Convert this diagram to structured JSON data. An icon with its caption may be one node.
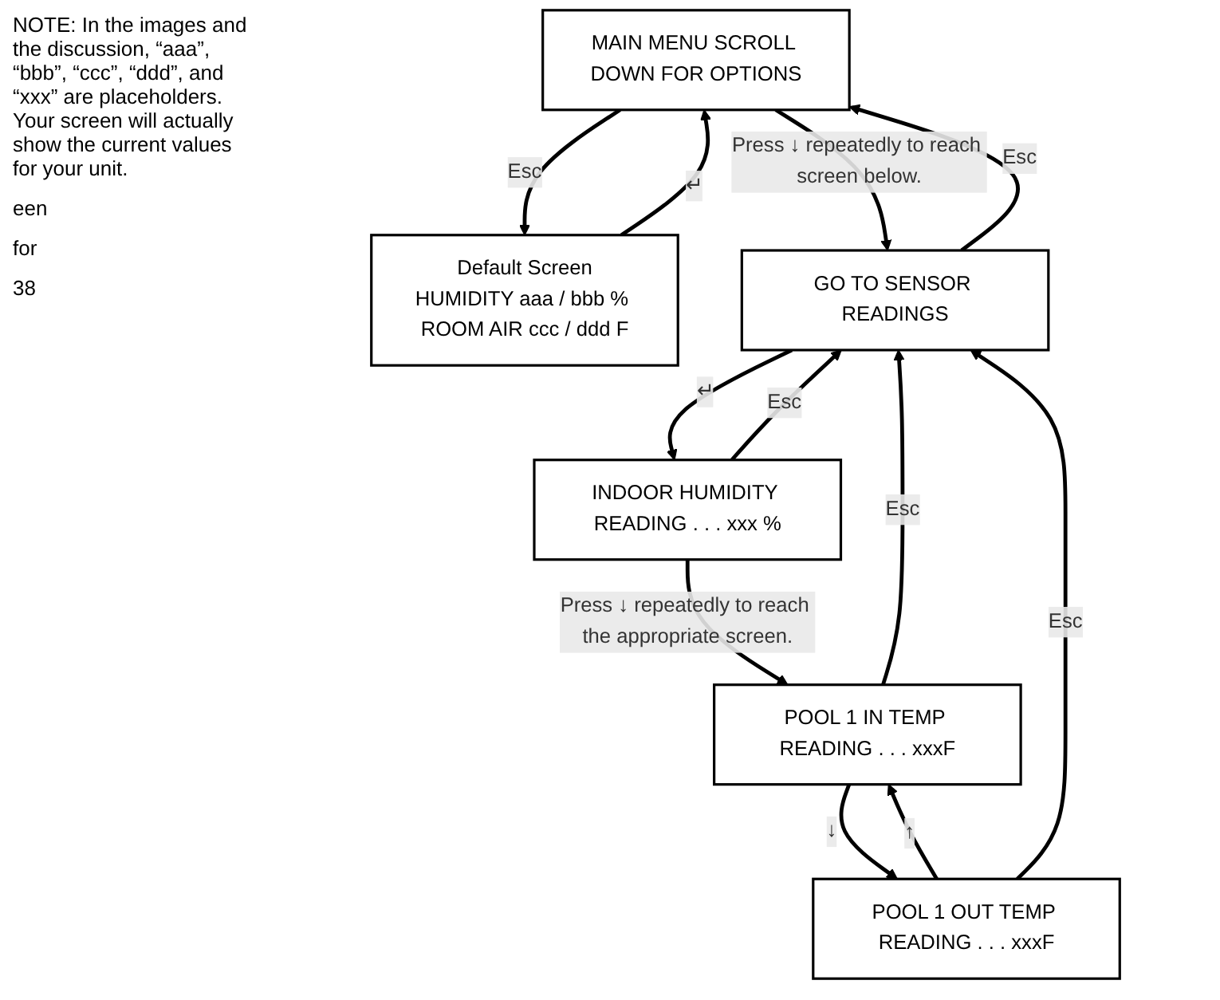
{
  "diagram": {
    "nodes": [
      {
        "text": [
          "MAIN MENU SCROLL DOWN FOR OPTIONS"
        ]
      },
      {
        "text": [
          "Default Screen",
          "HUMIDITY aaa / bbb % ROOM AIR ccc / ddd F"
        ]
      },
      {
        "text": [
          "GO TO SENSOR READINGS"
        ]
      },
      {
        "text": [
          "INDOOR HUMIDITY READING . . . xxx %"
        ]
      },
      {
        "text": [
          "POOL 1 IN TEMP READING . . . xxxF"
        ]
      },
      {
        "text": [
          "POOL 1 OUT TEMP READING . . . xxxF"
        ]
      }
    ],
    "edges": [
      {
        "from": 0,
        "to": 1,
        "arrow": "to",
        "label": "Esc"
      },
      {
        "from": 1,
        "to": 0,
        "arrow": "to",
        "label": "↵"
      },
      {
        "from": 0,
        "to": 2,
        "arrow": "to",
        "label": "Press ↓ repeatedly to reach screen below."
      },
      {
        "from": 2,
        "to": 0,
        "arrow": "to",
        "label": "Esc"
      },
      {
        "from": 2,
        "to": 3,
        "arrow": "to",
        "label": "↵"
      },
      {
        "from": 3,
        "to": 2,
        "arrow": "to",
        "label": "Esc"
      },
      {
        "from": 3,
        "to": 4,
        "arrow": "to",
        "label": "Press ↓ repeatedly to reach the appropriate screen."
      },
      {
        "from": 4,
        "to": 5,
        "arrow": "to",
        "label": "↓"
      },
      {
        "from": 5,
        "to": 4,
        "arrow": "to",
        "label": "↑"
      },
      {
        "from": 4,
        "to": 2,
        "arrow": "to",
        "label": "Esc"
      },
      {
        "from": 5,
        "to": 2,
        "arrow": "to",
        "label": "Esc"
      }
    ],
    "labels": [
      "NOTE: In the images and the discussion, “aaa”, “bbb”, “ccc”, “ddd”, and “xxx” are placeholders. Your screen will actually show the current values for your unit.",
      "een",
      "for",
      "38"
    ]
  }
}
